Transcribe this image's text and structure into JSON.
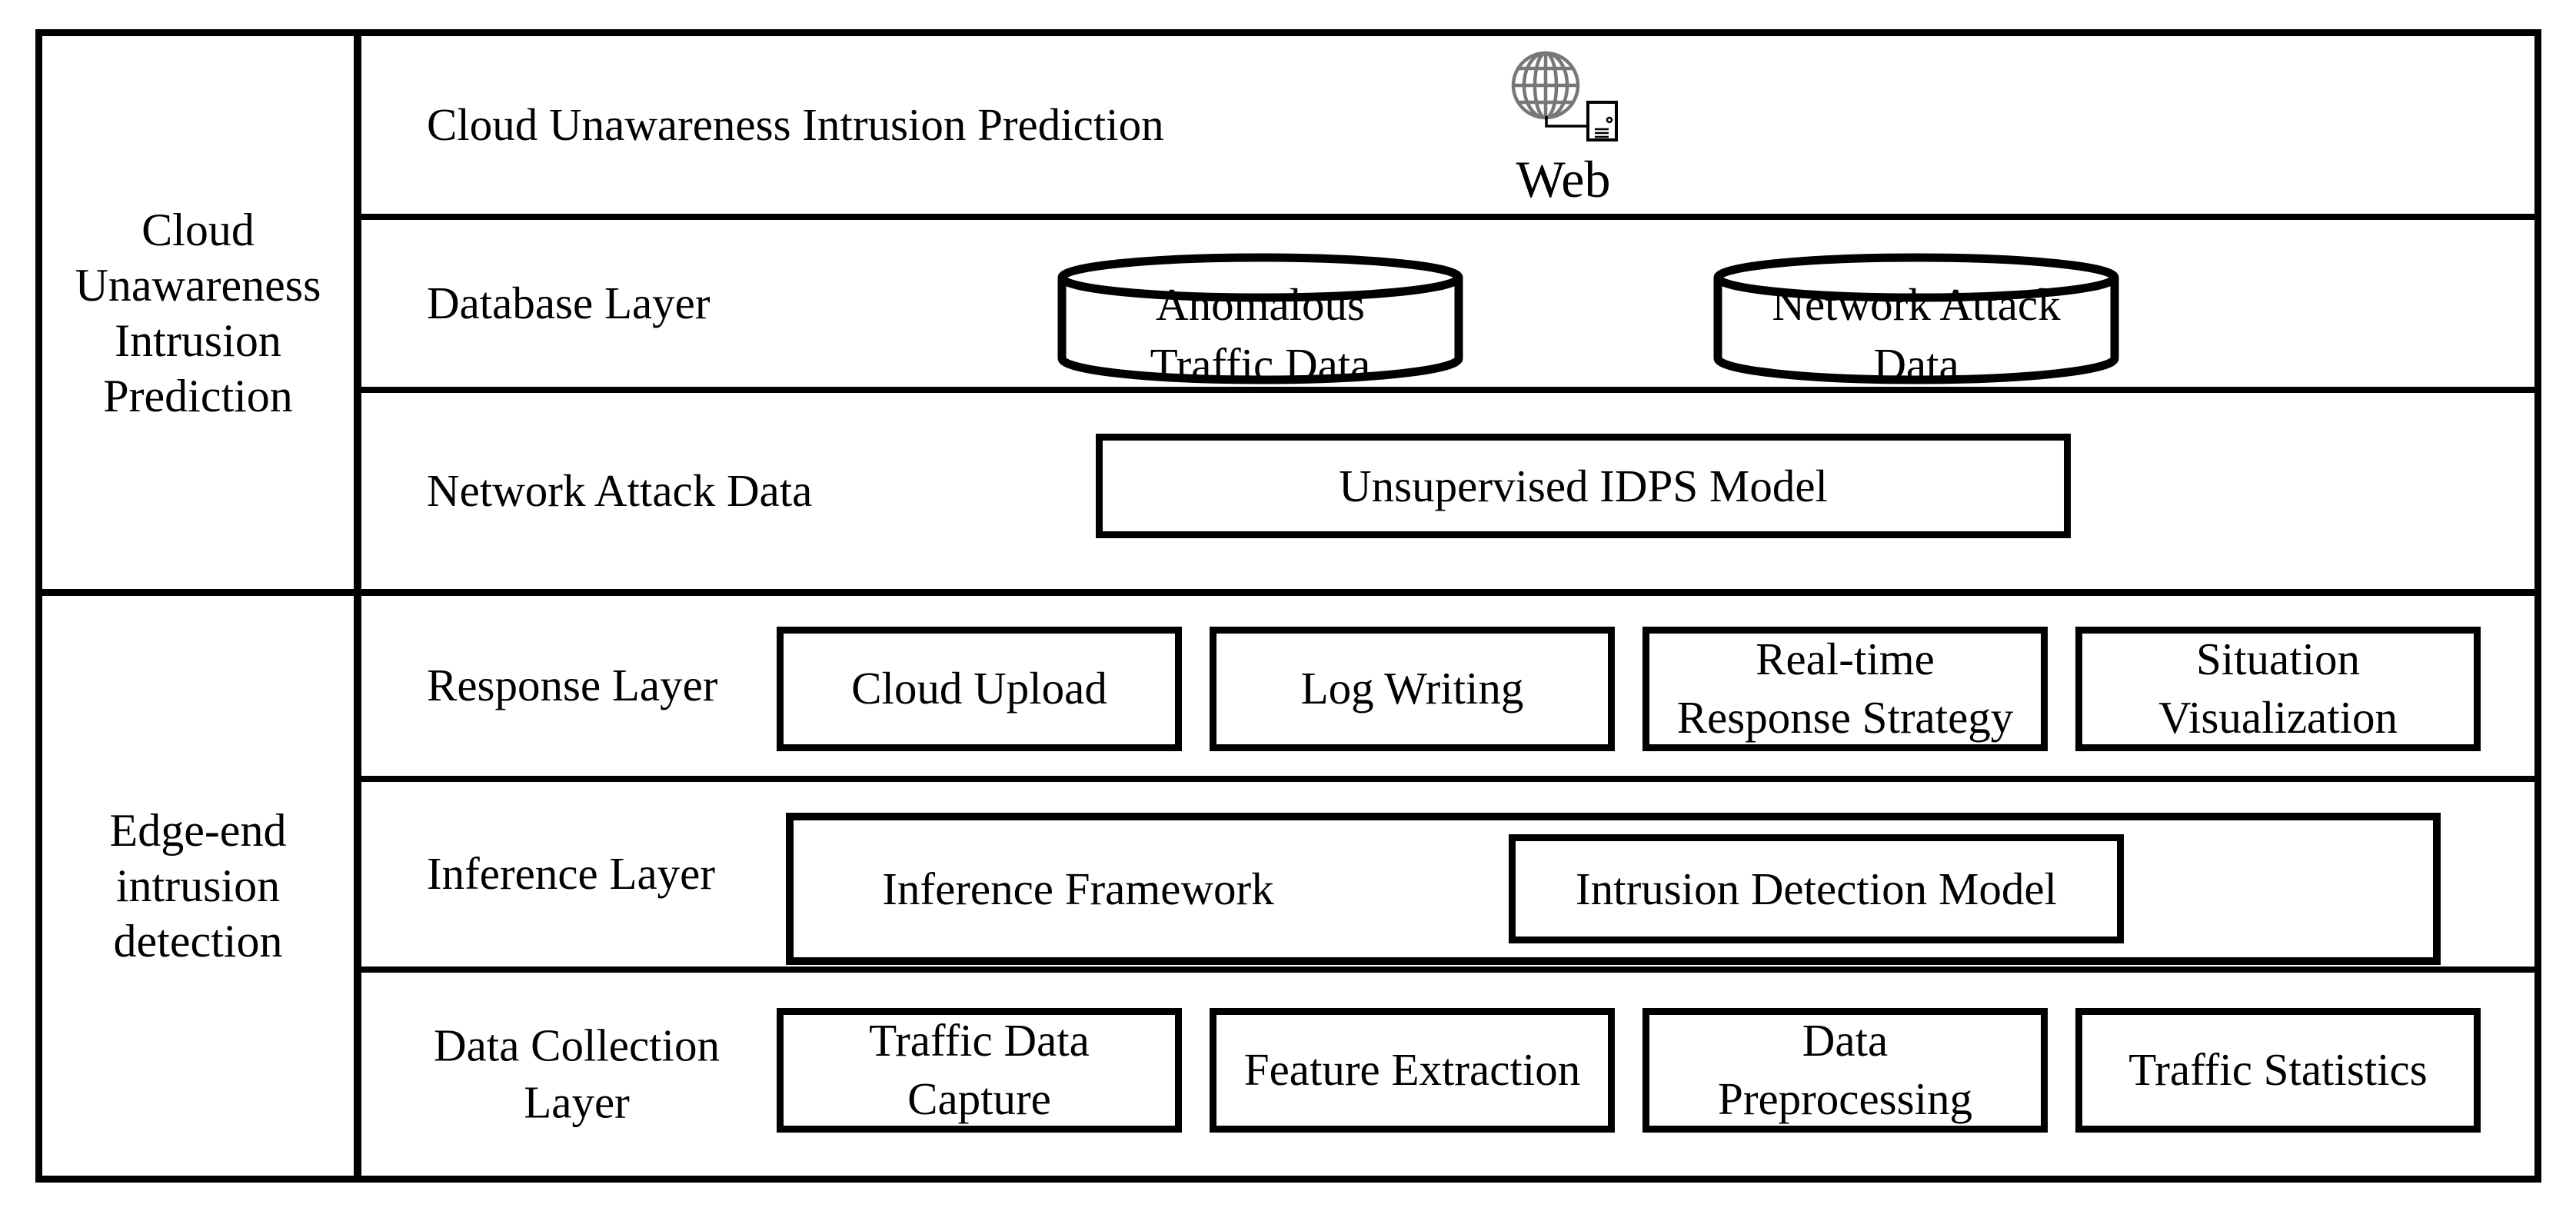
{
  "colors": {
    "line": "#000000",
    "background": "#ffffff",
    "globe_gray": "#777777"
  },
  "sections": {
    "cloud": {
      "label": "Cloud\nUnawareness\nIntrusion\nPrediction",
      "rows": {
        "prediction": {
          "label": "Cloud Unawareness Intrusion Prediction",
          "web_caption": "Web"
        },
        "database": {
          "label": "Database Layer",
          "cylinders": [
            {
              "label": "Anomalous\nTraffic Data"
            },
            {
              "label": "Network Attack\nData"
            }
          ]
        },
        "network_attack": {
          "label": "Network Attack Data",
          "box": "Unsupervised IDPS Model"
        }
      }
    },
    "edge": {
      "label": "Edge-end\nintrusion\ndetection",
      "rows": {
        "response": {
          "label": "Response Layer",
          "boxes": [
            "Cloud Upload",
            "Log Writing",
            "Real-time\nResponse Strategy",
            "Situation\nVisualization"
          ]
        },
        "inference": {
          "label": "Inference Layer",
          "framework": "Inference Framework",
          "model": "Intrusion Detection Model"
        },
        "data_collection": {
          "label": "Data Collection\nLayer",
          "boxes": [
            "Traffic Data\nCapture",
            "Feature Extraction",
            "Data\nPreprocessing",
            "Traffic Statistics"
          ]
        }
      }
    }
  }
}
